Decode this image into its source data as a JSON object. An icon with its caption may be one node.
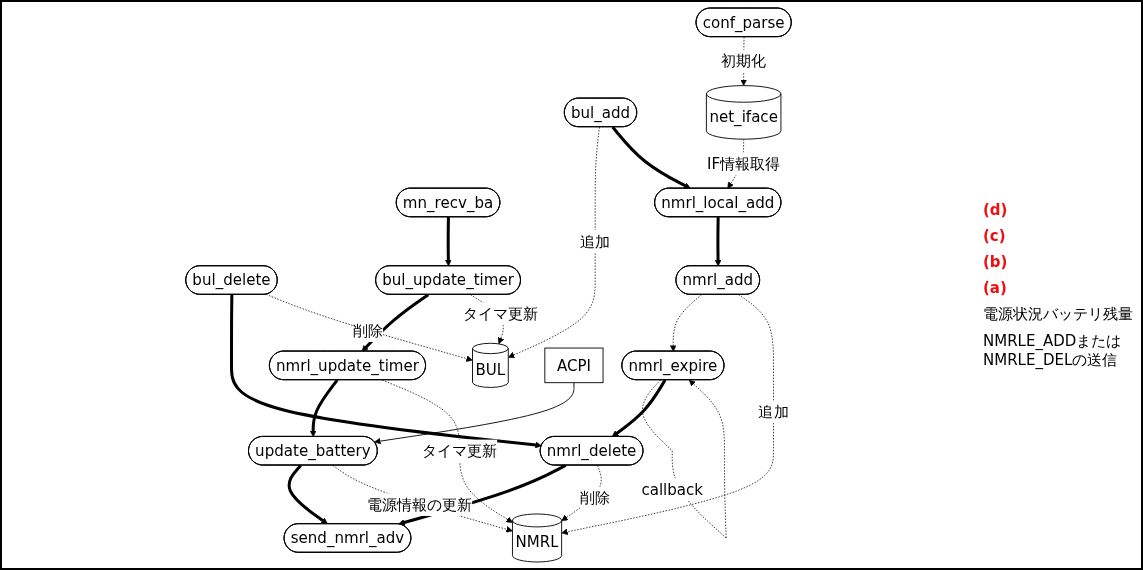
{
  "diagram": {
    "nodes": [
      {
        "text": [
          "mn_recv_ba"
        ]
      },
      {
        "text": [
          "bul_delete"
        ]
      },
      {
        "text": [
          "bul_add"
        ]
      },
      {
        "text": [
          "conf_parse"
        ]
      },
      {
        "text": [
          "bul_update_timer"
        ]
      },
      {
        "text": [
          "BUL"
        ]
      },
      {
        "text": [
          "nmrl_local_add"
        ]
      },
      {
        "text": [
          "net_iface"
        ]
      },
      {
        "text": [
          "nmrl_update_timer"
        ]
      },
      {
        "text": [
          "nmrl_delete"
        ]
      },
      {
        "text": [
          "nmrl_expire"
        ]
      },
      {
        "text": [
          "nmrl_add"
        ]
      },
      {
        "text": [
          "ACPI"
        ]
      },
      {
        "text": [
          "update_battery"
        ]
      },
      {
        "text": [
          "NMRL"
        ]
      },
      {
        "text": [
          "send_nmrl_adv"
        ]
      }
    ],
    "edges": [
      {
        "from": 0,
        "to": 4,
        "arrow": "to",
        "style": "thick"
      },
      {
        "from": 4,
        "to": 8,
        "arrow": "to",
        "style": "thick"
      },
      {
        "from": 8,
        "to": 13,
        "arrow": "to",
        "style": "thick"
      },
      {
        "from": 13,
        "to": 15,
        "arrow": "to",
        "style": "thick"
      },
      {
        "from": 12,
        "to": 13,
        "arrow": "to"
      },
      {
        "from": 1,
        "to": 9,
        "arrow": "to",
        "style": "thick"
      },
      {
        "from": 9,
        "to": 15,
        "arrow": "to",
        "style": "thick"
      },
      {
        "from": 1,
        "to": 5,
        "arrow": "to",
        "label": "削除",
        "style": "dashed"
      },
      {
        "from": 2,
        "to": 5,
        "arrow": "to",
        "label": "追加",
        "style": "dashed"
      },
      {
        "from": 4,
        "to": 5,
        "arrow": "to",
        "label": "タイマ更新",
        "style": "dashed"
      },
      {
        "from": 2,
        "to": 6,
        "arrow": "to",
        "style": "thick"
      },
      {
        "from": 3,
        "to": 7,
        "arrow": "to",
        "label": "初期化",
        "style": "dashed"
      },
      {
        "from": 7,
        "to": 6,
        "arrow": "to",
        "label": "IF情報取得",
        "style": "dashed"
      },
      {
        "from": 6,
        "to": 11,
        "arrow": "to",
        "style": "thick"
      },
      {
        "from": 11,
        "to": 10,
        "arrow": "to",
        "style": "dashed"
      },
      {
        "from": 10,
        "to": 10,
        "arrow": "to",
        "label": "callback",
        "style": "dashed"
      },
      {
        "from": 10,
        "to": 9,
        "arrow": "to",
        "style": "thick"
      },
      {
        "from": 9,
        "to": 14,
        "arrow": "to",
        "label": "削除",
        "style": "dashed"
      },
      {
        "from": 11,
        "to": 14,
        "arrow": "to",
        "label": "追加",
        "style": "dashed"
      },
      {
        "from": 8,
        "to": 14,
        "arrow": "to",
        "label": "タイマ更新",
        "style": "dashed"
      },
      {
        "from": 13,
        "to": 14,
        "arrow": "to",
        "label": "電源情報の更新",
        "style": "dashed"
      }
    ],
    "labels": [
      "(d)",
      "(c)",
      "(b)",
      "(a)",
      "電源状況バッテリ残量",
      "NMRLE_ADDまたはNMRLE_DELの送信"
    ]
  }
}
